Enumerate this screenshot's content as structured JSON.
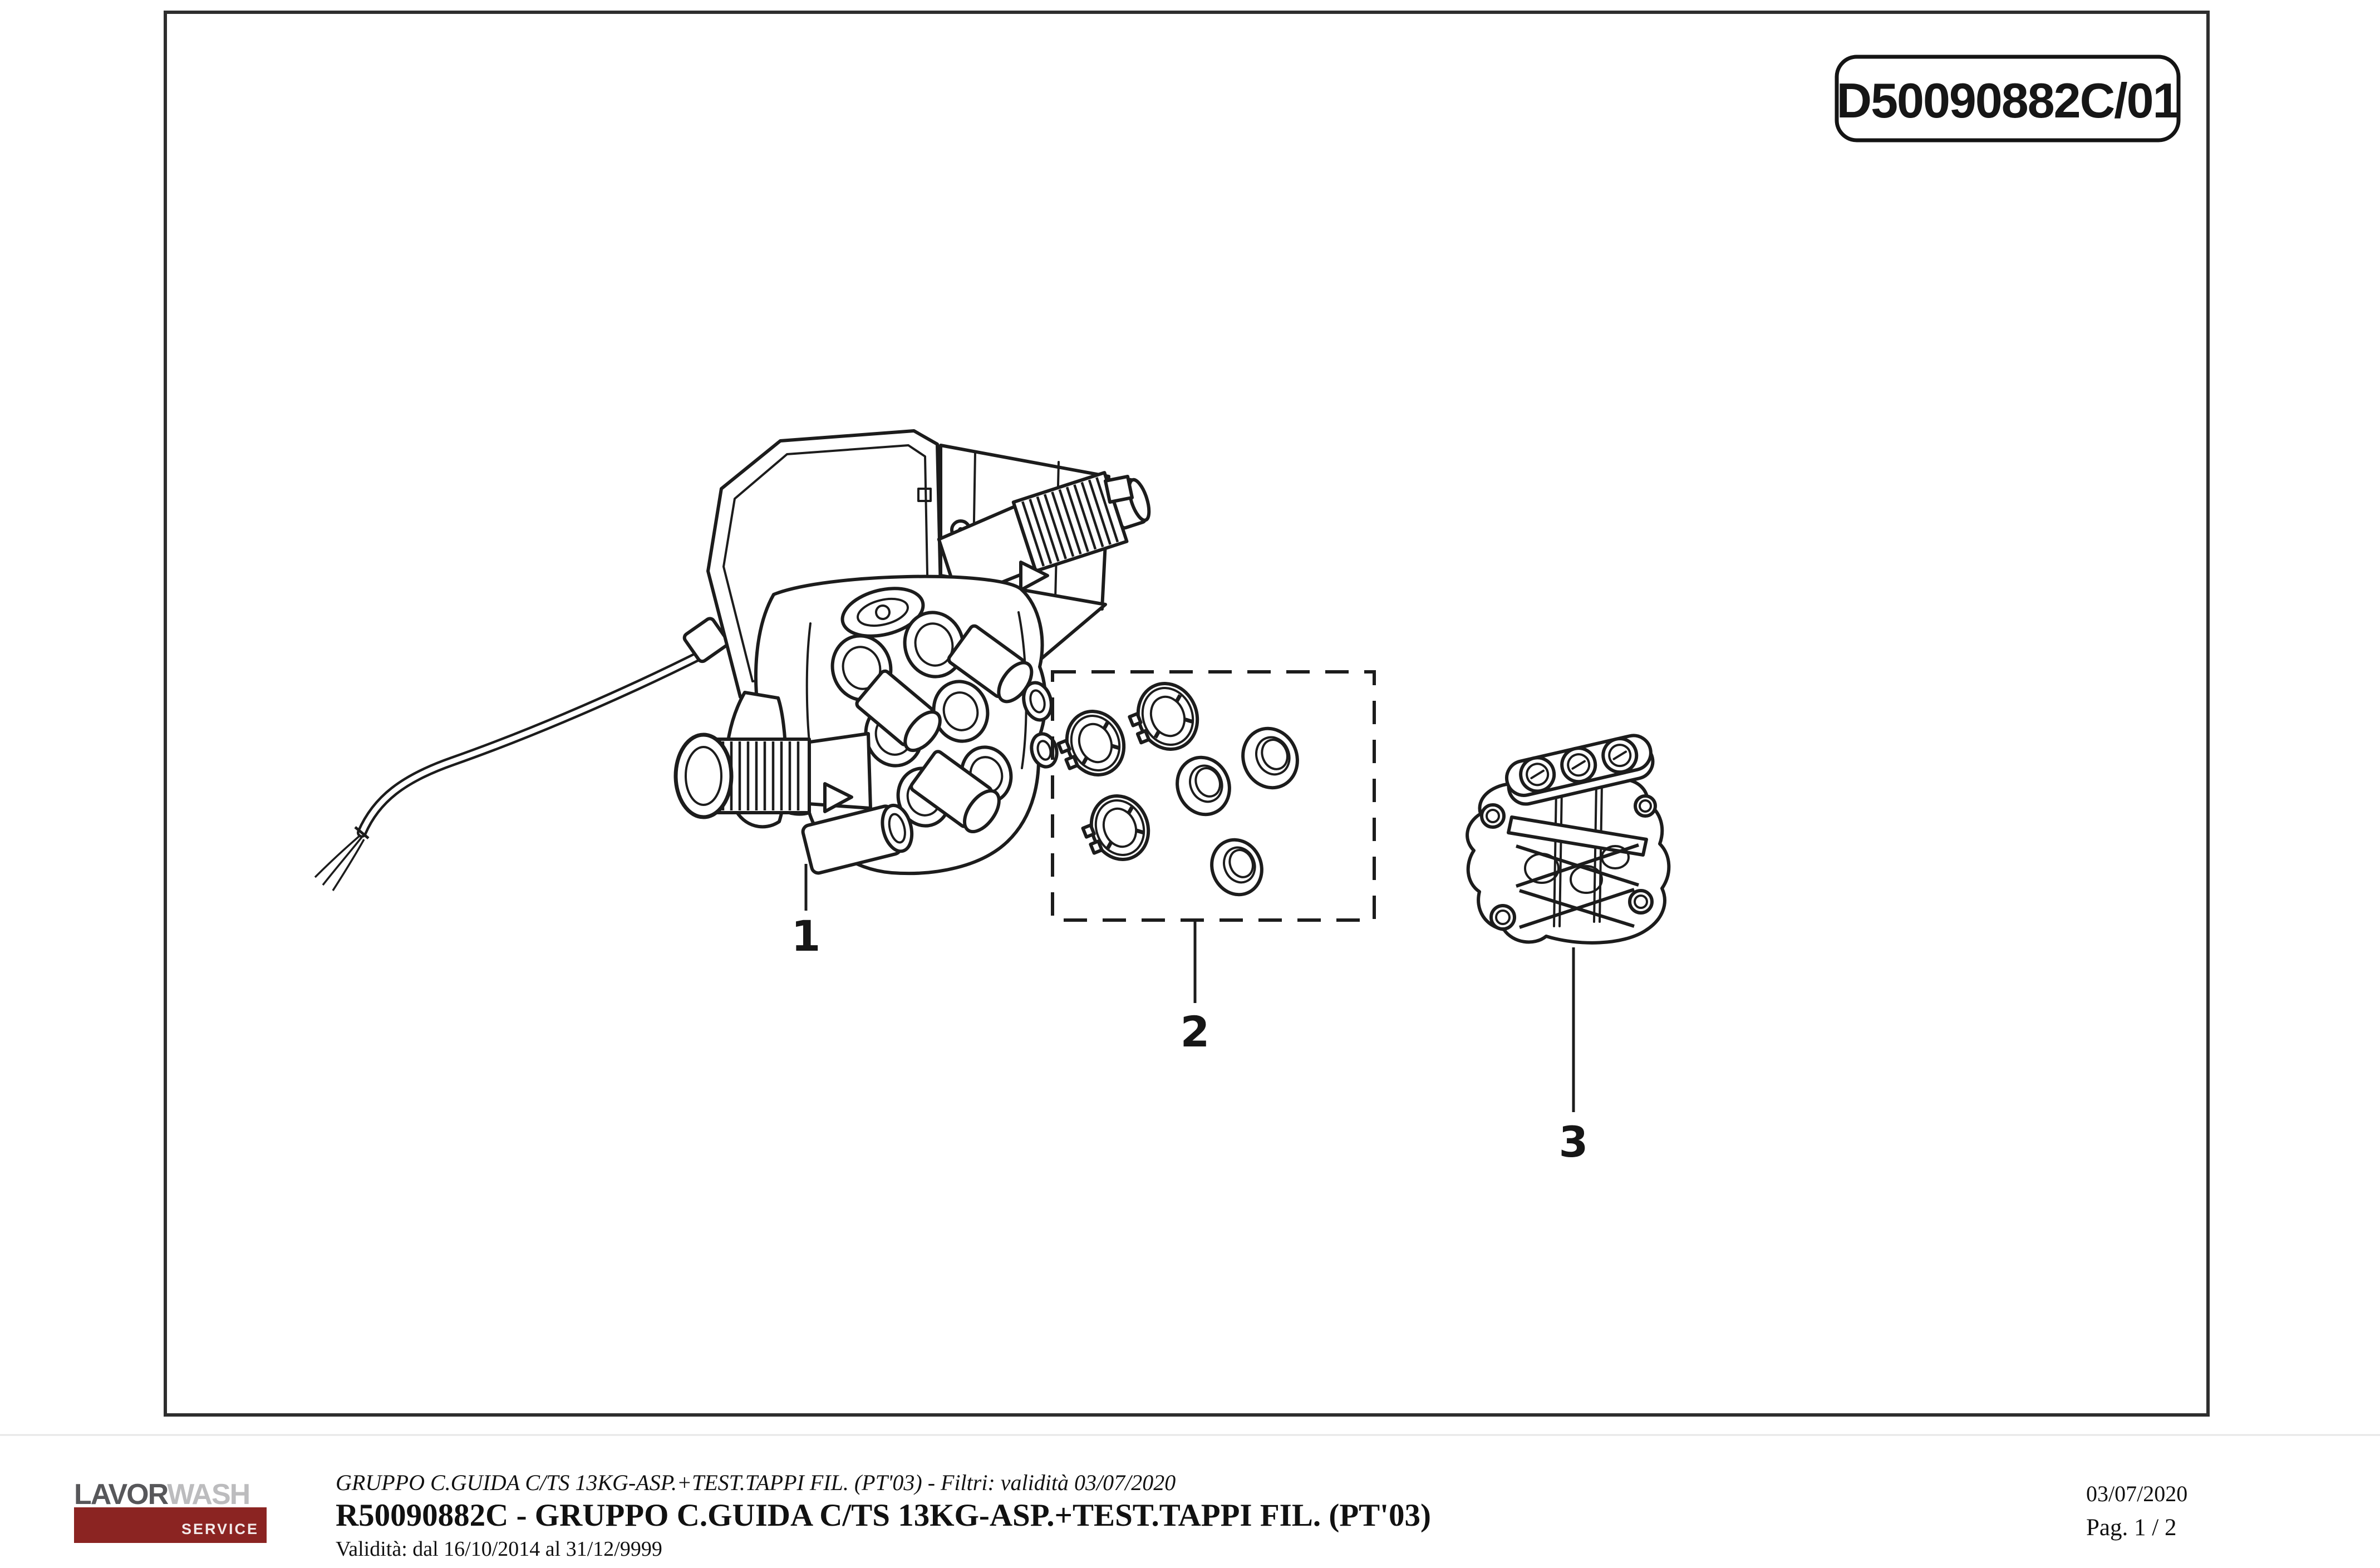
{
  "drawing": {
    "code": "D50090882C/01",
    "callouts": [
      "1",
      "2",
      "3"
    ]
  },
  "footer": {
    "brand_bold": "LAVOR",
    "brand_light": "WASH",
    "brand_service": "SERVICE",
    "brand_bar_color": "#8b2422",
    "filter_line": "GRUPPO C.GUIDA C/TS 13KG-ASP.+TEST.TAPPI FIL. (PT'03) - Filtri: validità 03/07/2020",
    "title_line": "R50090882C - GRUPPO C.GUIDA C/TS 13KG-ASP.+TEST.TAPPI FIL. (PT'03)",
    "validity_line": "Validità: dal 16/10/2014 al 31/12/9999",
    "date": "03/07/2020",
    "page": "Pag. 1 / 2"
  }
}
